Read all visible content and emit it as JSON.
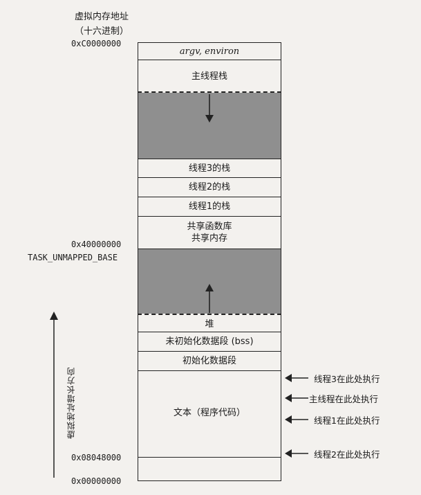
{
  "header": {
    "title": "虚拟内存地址",
    "subtitle": "（十六进制）"
  },
  "addresses": {
    "top": "0xC0000000",
    "mid": "0x40000000",
    "mid_label": "TASK_UNMAPPED_BASE",
    "text_start": "0x08048000",
    "bottom": "0x00000000"
  },
  "regions": {
    "argv": "argv, environ",
    "main_stack": "主线程栈",
    "thread3_stack": "线程3的栈",
    "thread2_stack": "线程2的栈",
    "thread1_stack": "线程1的栈",
    "shared_lib": "共享函数库",
    "shared_mem": "共享内存",
    "heap": "堆",
    "bss": "未初始化数据段 (bss)",
    "data": "初始化数据段",
    "text": "文本（程序代码）"
  },
  "side": {
    "growth": "虚拟地址增长方向"
  },
  "exec_pointers": [
    "线程3在此处执行",
    "主线程在此处执行",
    "线程1在此处执行",
    "线程2在此处执行"
  ]
}
